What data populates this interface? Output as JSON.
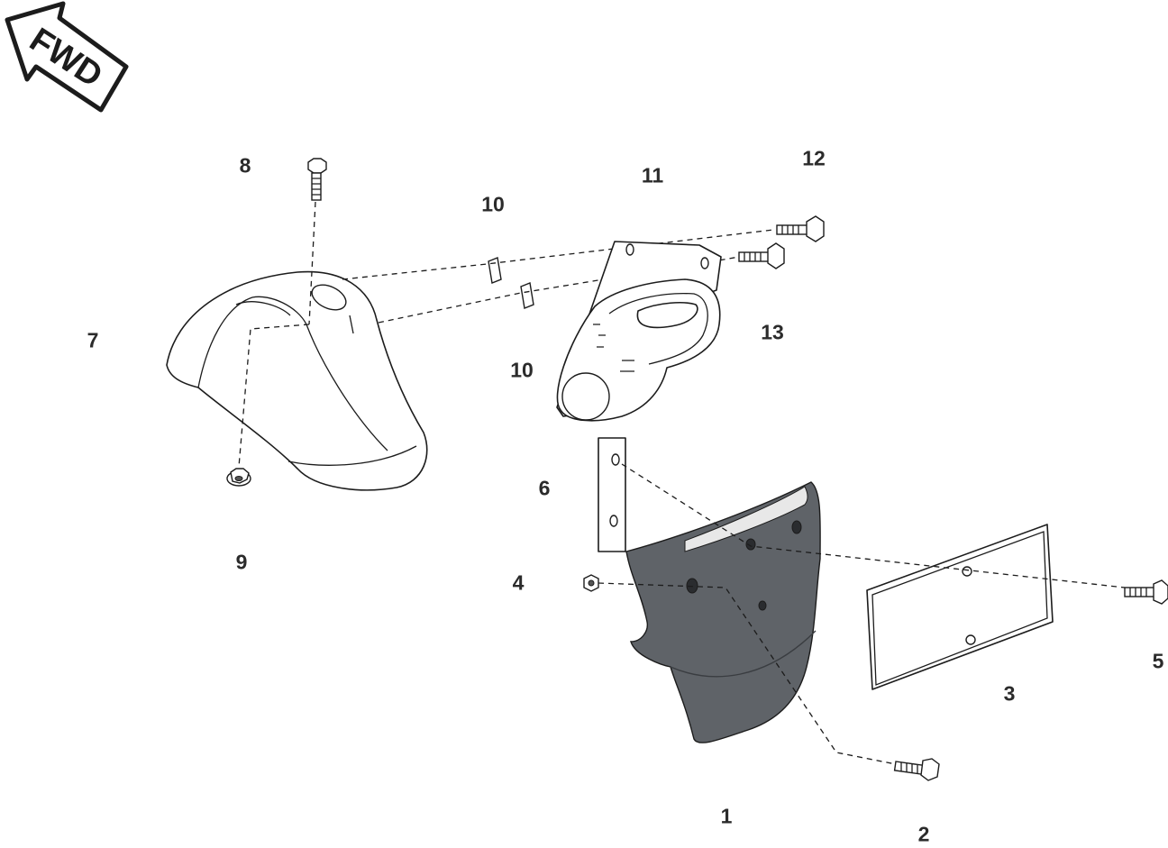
{
  "direction_badge": {
    "text": "FWD",
    "icon": "forward-arrow-icon"
  },
  "callouts": [
    {
      "id": "1",
      "label": "1"
    },
    {
      "id": "2",
      "label": "2"
    },
    {
      "id": "3",
      "label": "3"
    },
    {
      "id": "4",
      "label": "4"
    },
    {
      "id": "5",
      "label": "5"
    },
    {
      "id": "6",
      "label": "6"
    },
    {
      "id": "7",
      "label": "7"
    },
    {
      "id": "8",
      "label": "8"
    },
    {
      "id": "9",
      "label": "9"
    },
    {
      "id": "10a",
      "label": "10"
    },
    {
      "id": "10b",
      "label": "10"
    },
    {
      "id": "11",
      "label": "11"
    },
    {
      "id": "12",
      "label": "12"
    },
    {
      "id": "13",
      "label": "13"
    }
  ],
  "colors": {
    "line": "#1c1c1c",
    "mudguard": "#5f6368",
    "label": "#2b2b2b"
  }
}
